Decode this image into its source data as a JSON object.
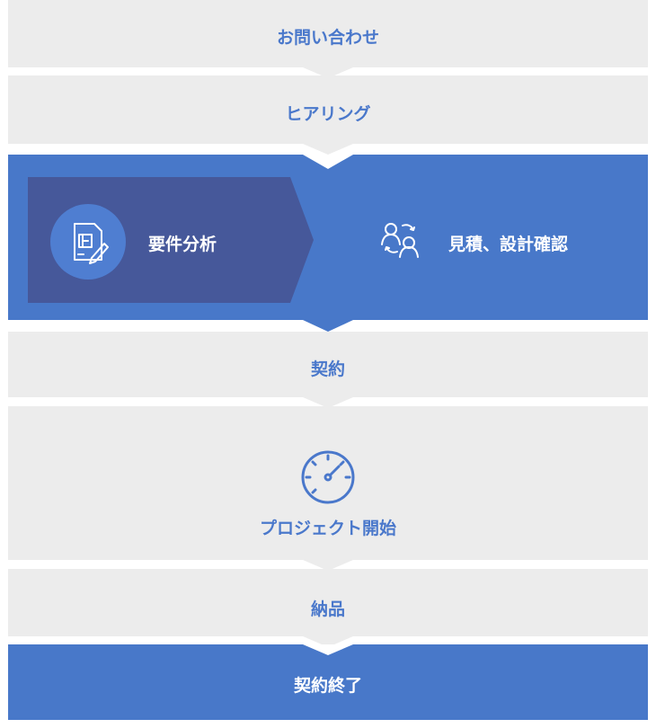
{
  "steps": {
    "inquiry": "お問い合わせ",
    "hearing": "ヒアリング",
    "requirements": "要件分析",
    "estimate": "見積、設計確認",
    "contract": "契約",
    "project_start": "プロジェクト開始",
    "delivery": "納品",
    "contract_end": "契約終了"
  },
  "icons": {
    "requirements": "document-edit-icon",
    "estimate": "users-exchange-icon",
    "project_start": "speedometer-icon"
  },
  "colors": {
    "accent_blue": "#4878c9",
    "dark_panel": "#46589a",
    "step_gray": "#ececec",
    "label_blue": "#4a78cb"
  }
}
